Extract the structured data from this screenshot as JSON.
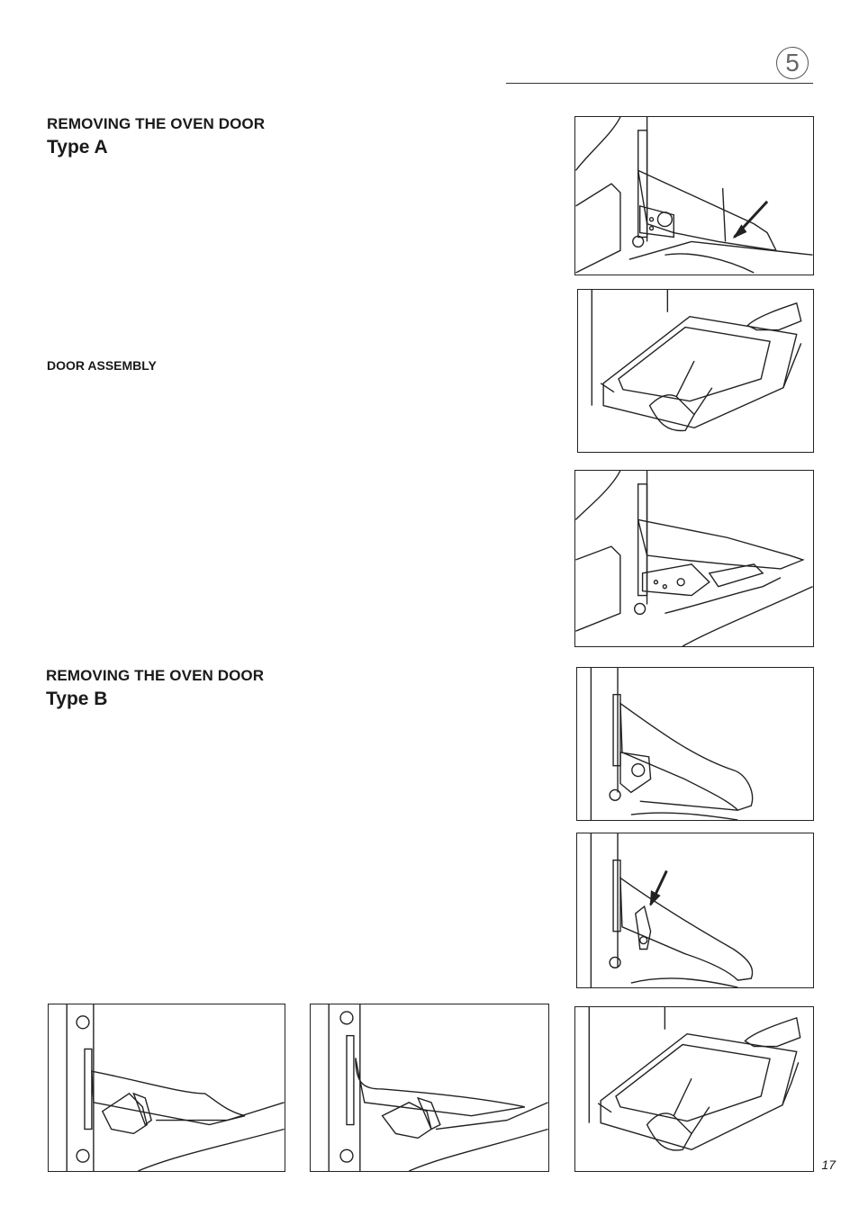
{
  "header": {
    "chapter_number": "5"
  },
  "type_a": {
    "heading": "REMOVING THE OVEN DOOR",
    "type_label": "Type A",
    "subheading": "DOOR ASSEMBLY"
  },
  "type_b": {
    "heading": "REMOVING THE OVEN DOOR",
    "type_label": "Type B"
  },
  "footer": {
    "page_number": "17"
  }
}
